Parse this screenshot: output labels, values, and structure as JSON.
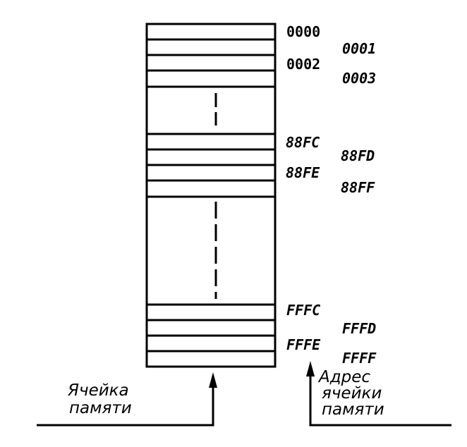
{
  "addresses": {
    "a0000": "0000",
    "a0001": "0001",
    "a0002": "0002",
    "a0003": "0003",
    "a88FC": "88FC",
    "a88FD": "88FD",
    "a88FE": "88FE",
    "a88FF": "88FF",
    "aFFFC": "FFFC",
    "aFFFD": "FFFD",
    "aFFFE": "FFFE",
    "aFFFF": "FFFF"
  },
  "labels": {
    "cell_line1": "Ячейка",
    "cell_line2": "памяти",
    "addr_line1": "Адрес",
    "addr_line2": "ячейки",
    "addr_line3": "памяти"
  }
}
